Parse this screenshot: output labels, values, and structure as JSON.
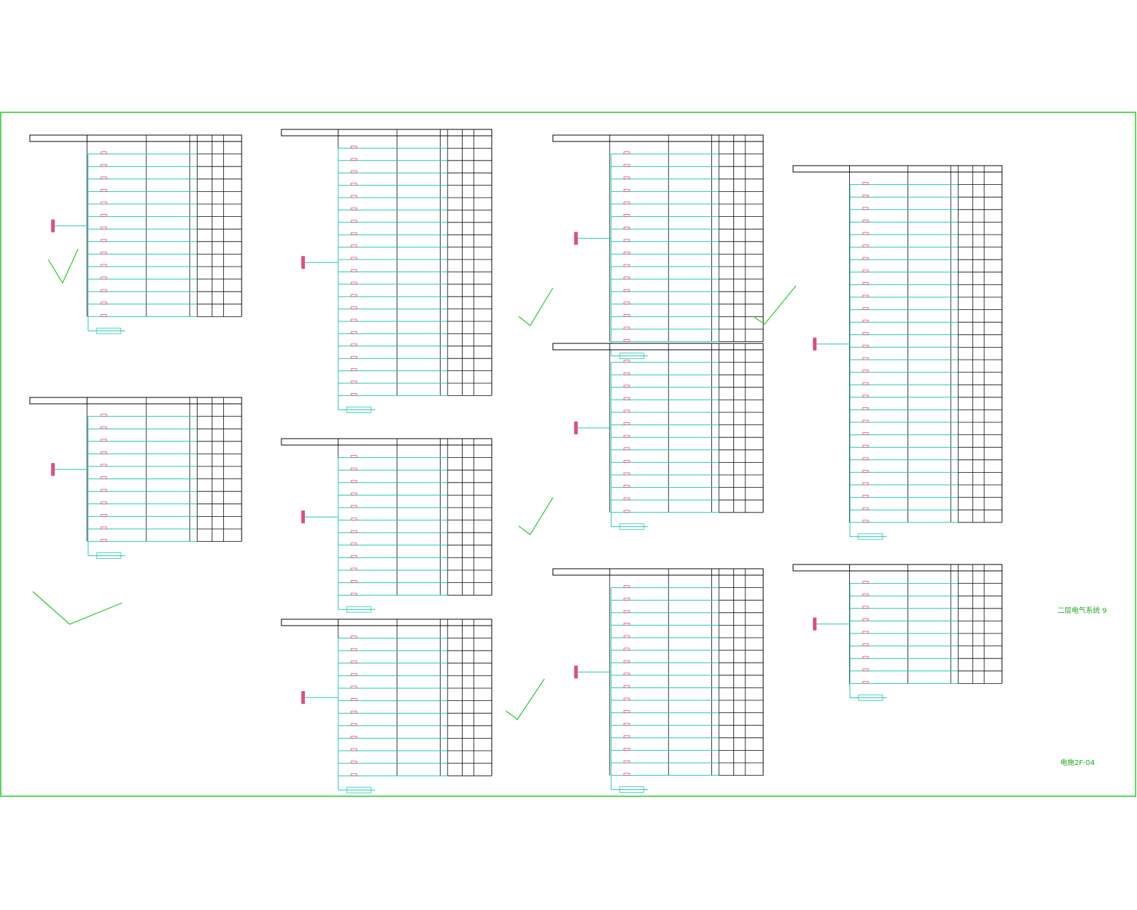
{
  "sheet": {
    "title_note": "二层电气系统 9",
    "sheet_code": "电施2F-04"
  },
  "colors": {
    "background": "#ffffff",
    "frame": "#22cc22",
    "table": "#000000",
    "circuit": "#1fc9b4",
    "breaker": "#e0507a",
    "check": "#22cc22"
  },
  "panels": [
    {
      "id": "p1",
      "rows": 14
    },
    {
      "id": "p2",
      "rows": 11
    },
    {
      "id": "p3",
      "rows": 21
    },
    {
      "id": "p4",
      "rows": 12
    },
    {
      "id": "p5",
      "rows": 12
    },
    {
      "id": "p6",
      "rows": 16
    },
    {
      "id": "p7",
      "rows": 13
    },
    {
      "id": "p8",
      "rows": 16
    },
    {
      "id": "p9",
      "rows": 28
    },
    {
      "id": "p10",
      "rows": 9
    }
  ]
}
